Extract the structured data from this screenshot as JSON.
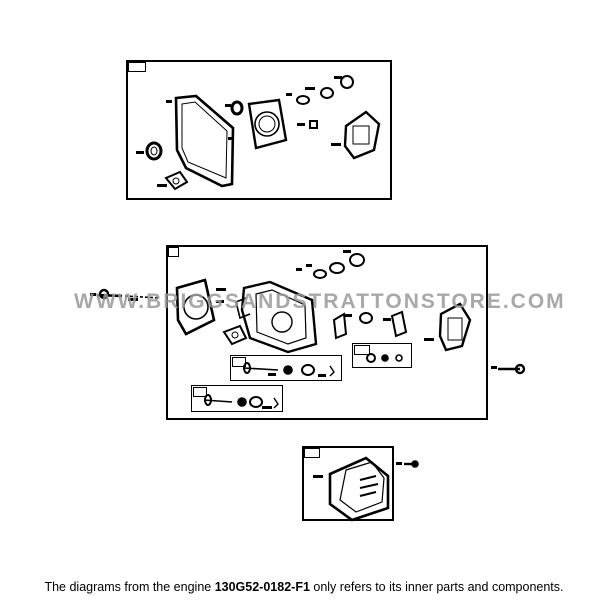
{
  "watermark": "WWW.BRIGGSANDSTRATTONSTORE.COM",
  "caption": {
    "prefix": "The diagrams from the engine ",
    "model": "130G52-0182-F1",
    "suffix": " only refers to its inner parts and components."
  },
  "colors": {
    "line": "#000000",
    "watermark": "#9a9a9a",
    "background": "#ffffff"
  }
}
